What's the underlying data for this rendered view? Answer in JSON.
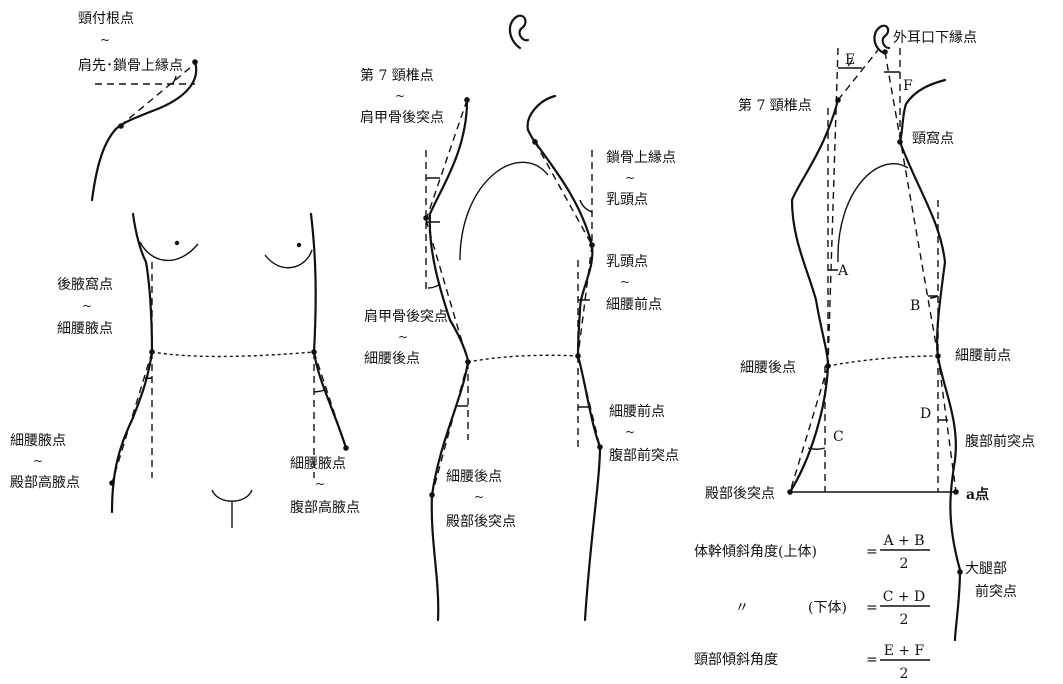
{
  "front_view": {
    "label_neck_base": "頸付根点",
    "label_shoulder_clavicle": "肩先･鎖骨上縁点",
    "label_rear_axilla": "後腋窩点",
    "label_waist_axilla": "細腰腋点",
    "label_waist_axilla_2": "細腰腋点",
    "label_hip_high_axilla": "殿部高腋点",
    "label_waist_axilla_right": "細腰腋点",
    "label_abdomen_high_axilla": "腹部高腋点",
    "tilde": "~"
  },
  "side_view": {
    "label_c7": "第 7 頸椎点",
    "label_scapula": "肩甲骨後突点",
    "label_scapula_2": "肩甲骨後突点",
    "label_waist_back": "細腰後点",
    "label_waist_back_2": "細腰後点",
    "label_hip_back": "殿部後突点",
    "label_clavicle_upper": "鎖骨上縁点",
    "label_nipple": "乳頭点",
    "label_nipple_2": "乳頭点",
    "label_waist_front": "細腰前点",
    "label_waist_front_2": "細腰前点",
    "label_abdomen_front": "腹部前突点"
  },
  "angle_view": {
    "label_ear": "外耳口下縁点",
    "label_c7": "第 7 頸椎点",
    "label_jugular": "頸窩点",
    "label_waist_back": "細腰後点",
    "label_waist_front": "細腰前点",
    "label_abdomen_front": "腹部前突点",
    "label_hip_back": "殿部後突点",
    "label_a_point": "a点",
    "label_thigh_front_1": "大腿部",
    "label_thigh_front_2": "前突点",
    "angle_A": "A",
    "angle_B": "B",
    "angle_C": "C",
    "angle_D": "D",
    "angle_E": "E",
    "angle_F": "F"
  },
  "formulas": {
    "trunk_upper_label": "体幹傾斜角度(上体)",
    "trunk_upper_eq": "=",
    "trunk_upper_num": "A + B",
    "trunk_upper_den": "2",
    "ditto_mark": "〃",
    "trunk_lower_label": "(下体)",
    "trunk_lower_eq": "=",
    "trunk_lower_num": "C + D",
    "trunk_lower_den": "2",
    "neck_label": "頸部傾斜角度",
    "neck_eq": "=",
    "neck_num": "E + F",
    "neck_den": "2"
  }
}
